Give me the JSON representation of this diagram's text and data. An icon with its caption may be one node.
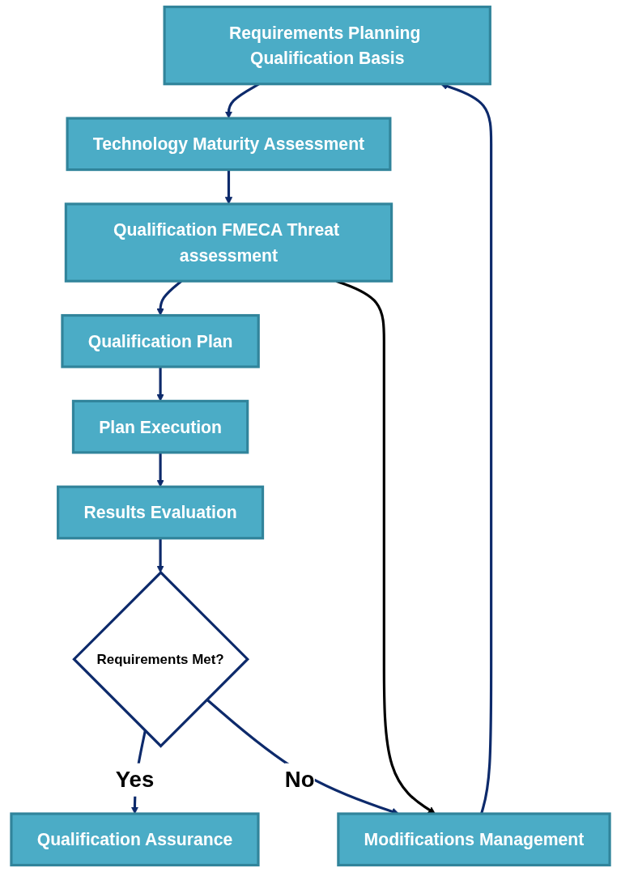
{
  "diagram": {
    "nodes": [
      {
        "text": [
          "Requirements Planning Qualification Basis"
        ]
      },
      {
        "text": [
          "Technology Maturity Assessment"
        ]
      },
      {
        "text": [
          "Qualification FMECA Threat assessment"
        ]
      },
      {
        "text": [
          "Qualification Plan"
        ]
      },
      {
        "text": [
          "Plan Execution"
        ]
      },
      {
        "text": [
          "Results Evaluation"
        ]
      },
      {
        "text": [
          "Requirements Met?"
        ]
      },
      {
        "text": [
          "Qualification Assurance"
        ]
      },
      {
        "text": [
          "Modifications Management"
        ]
      }
    ],
    "edges": [
      {
        "from": 0,
        "to": 1,
        "arrow": "to"
      },
      {
        "from": 1,
        "to": 2,
        "arrow": "to"
      },
      {
        "from": 2,
        "to": 3,
        "arrow": "to"
      },
      {
        "from": 3,
        "to": 4,
        "arrow": "to"
      },
      {
        "from": 4,
        "to": 5,
        "arrow": "to"
      },
      {
        "from": 5,
        "to": 6,
        "arrow": "to"
      },
      {
        "from": 6,
        "to": 7,
        "arrow": "to",
        "label": "Yes"
      },
      {
        "from": 6,
        "to": 8,
        "arrow": "to",
        "label": "No"
      },
      {
        "from": 8,
        "to": 0,
        "arrow": "to"
      },
      {
        "from": 2,
        "to": 8,
        "arrow": "to",
        "color": "#000000"
      }
    ]
  }
}
